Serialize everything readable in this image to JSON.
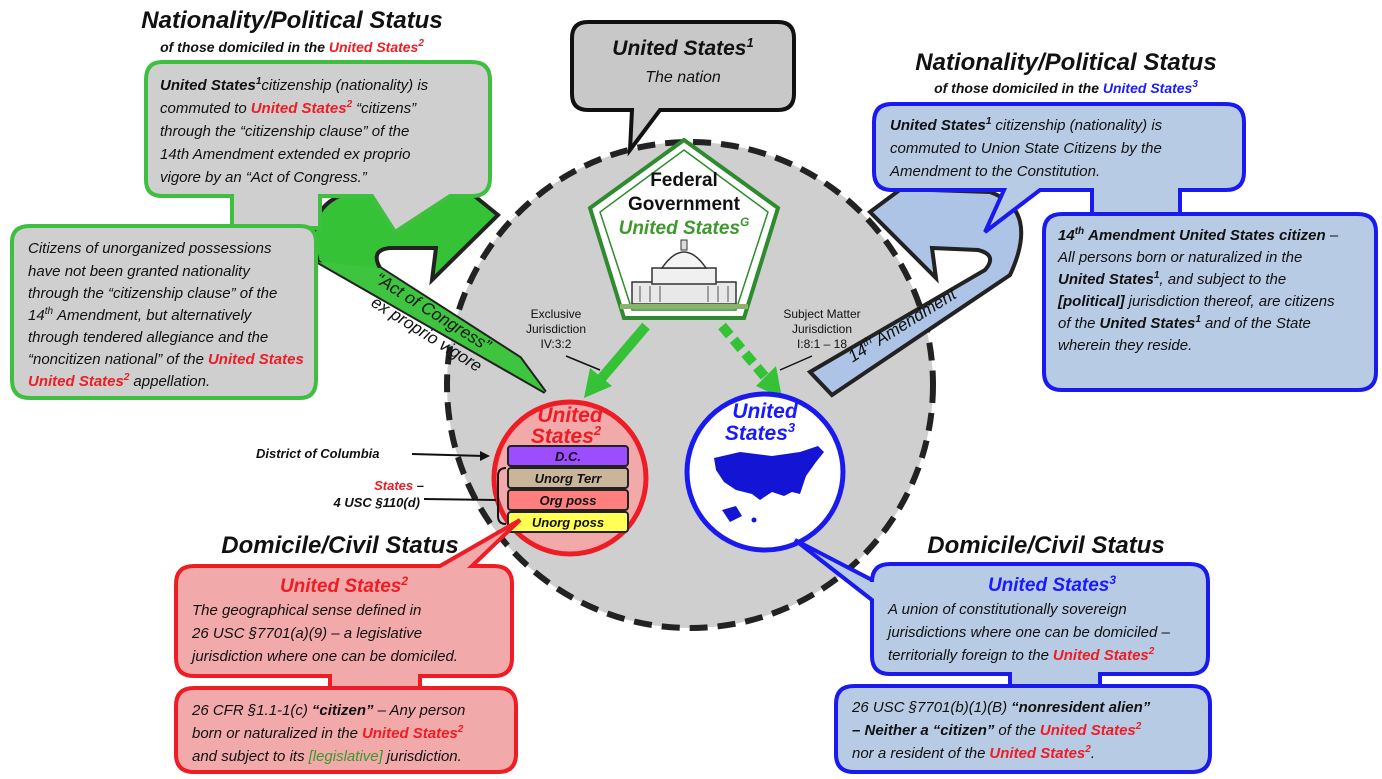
{
  "top_left": {
    "title": "Nationality/Political Status",
    "subtitle_pre": "of those domiciled in the ",
    "subtitle_us": "United States",
    "subtitle_sup": "2",
    "box1_lines": [
      "citizenship (nationality) is",
      "commuted to",
      "“citizens”",
      "through the “citizenship clause” of the",
      "14th Amendment extended ex proprio",
      "vigore by an “Act of Congress.”"
    ],
    "box2_lines": [
      "Citizens of unorganized possessions",
      "have not been granted nationality",
      "through the “citizenship clause” of the",
      "Amendment, but alternatively",
      "through tendered allegiance and the",
      "“noncitizen national” of the",
      "appellation."
    ]
  },
  "top_center": {
    "title": "United States",
    "sup": "1",
    "subtitle": "The nation"
  },
  "top_right": {
    "title": "Nationality/Political Status",
    "subtitle_pre": "of those domiciled in the ",
    "subtitle_us": "United States",
    "subtitle_sup": "3",
    "box1_lines": [
      "citizenship (nationality) is",
      "commuted to Union State Citizens by the",
      "Amendment to the Constitution."
    ],
    "box2_lines": [
      "Amendment United States citizen",
      "All persons born or naturalized in the",
      ", and subject to the",
      "jurisdiction thereof, are citizens",
      "of the",
      "and of the State",
      "wherein they reside."
    ],
    "box2_political": "[political]"
  },
  "center": {
    "fed_line1": "Federal",
    "fed_line2": "Government",
    "fed_us": "United States",
    "fed_sup": "G",
    "excl_lines": [
      "Exclusive",
      "Jurisdiction",
      "IV:3:2"
    ],
    "subj_lines": [
      "Subject Matter",
      "Jurisdiction",
      "I:8:1 – 18"
    ],
    "arrow_left_lines": [
      "“Act of Congress”",
      "ex proprio vigore"
    ],
    "arrow_right": "Amendment",
    "arrow_right_num": "14",
    "us2_lines": [
      "United",
      "States"
    ],
    "us2_sup": "2",
    "us3_lines": [
      "United",
      "States"
    ],
    "us3_sup": "3"
  },
  "left_labels": {
    "dc": "District of Columbia",
    "states": "States",
    "usc": "4 USC §110(d)",
    "stack": [
      {
        "label": "D.C.",
        "color": "#9b4dff"
      },
      {
        "label": "Unorg Terr",
        "color": "#c9b59a"
      },
      {
        "label": "Org poss",
        "color": "#ff7f7f"
      },
      {
        "label": "Unorg poss",
        "color": "#ffff55"
      }
    ]
  },
  "bottom_left": {
    "title": "Domicile/Civil Status",
    "box1_head": "United States",
    "box1_sup": "2",
    "box1_lines": [
      "The geographical sense defined in",
      "26 USC §7701(a)(9) – a legislative",
      "jurisdiction where one can be domiciled."
    ],
    "box2_lines": [
      "26 CFR §1.1-1(c)",
      "“citizen”",
      "– Any person",
      "born or naturalized in the",
      "and subject to its",
      "[legislative]",
      "jurisdiction."
    ]
  },
  "bottom_right": {
    "title": "Domicile/Civil Status",
    "box1_head": "United States",
    "box1_sup": "3",
    "box1_lines": [
      "A union of constitutionally sovereign",
      "jurisdictions where one can be domiciled –",
      "territorially foreign to the"
    ],
    "box2_lines": [
      "26 USC §7701(b)(1)(B)",
      "“nonresident alien”",
      "– Neither a",
      "“citizen”",
      "of the",
      "nor a resident of the"
    ]
  },
  "common": {
    "us": "United States",
    "th": "th",
    "n14": "14"
  },
  "colors": {
    "green": "#3fbf3f",
    "green_fill": "#cfcfcf",
    "red": "#ee1c24",
    "red_fill": "#f2a9a9",
    "blue": "#1a1aee",
    "blue_fill": "#b8cbe4",
    "gray": "#c8c8c8",
    "map_blue": "#1414d4"
  }
}
